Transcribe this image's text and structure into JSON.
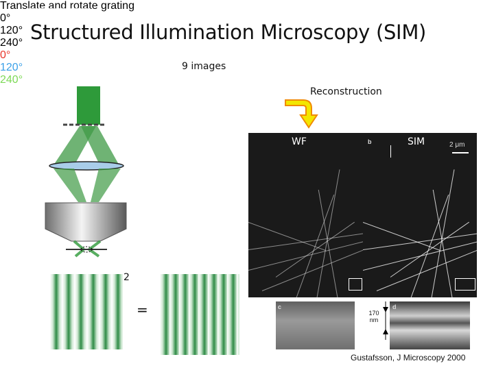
{
  "title": "Structured Illumination Microscopy (SIM)",
  "labels": {
    "nine_images": "9 images",
    "reconstruction": "Reconstruction",
    "wf": "WF",
    "sim": "SIM",
    "superscript_two": "2",
    "equals": "=",
    "credit": "Gustafsson, J Microscopy 2000"
  },
  "grating_panel": {
    "heading": "Translate and rotate grating",
    "row_labels": [
      "0°",
      "120°",
      "240°"
    ],
    "angles": [
      "0°",
      "120°",
      "240°"
    ],
    "angle_colors": [
      "#e8352a",
      "#3aa0e8",
      "#7ed957"
    ]
  },
  "micrograph": {
    "panel_b": "b",
    "panel_c": "c",
    "panel_d": "d",
    "scale_bar": "2 μm",
    "distance_value": "170",
    "distance_unit": "nm"
  },
  "colors": {
    "beam_green": "#2e9a3a",
    "arrow_yellow": "#f3e600",
    "arrow_orange": "#f08a00"
  }
}
